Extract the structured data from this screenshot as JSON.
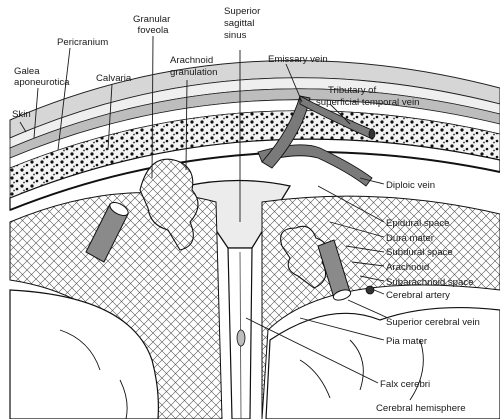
{
  "figure": {
    "labels": {
      "granular_foveola": [
        "Granular",
        "foveola"
      ],
      "superior_sagittal_sinus": [
        "Superior",
        "sagittal",
        "sinus"
      ],
      "pericranium": [
        "Pericranium"
      ],
      "galea_aponeurotica": [
        "Galea",
        "aponeurotica"
      ],
      "calvaria": [
        "Calvaria"
      ],
      "arachnoid_granulation": [
        "Arachnoid",
        "granulation"
      ],
      "emissary_vein": [
        "Emissary vein"
      ],
      "skin": [
        "Skin"
      ],
      "tributary_superficial_temporal_vein": [
        "Tributary of",
        "superficial temporal vein"
      ],
      "diploic_vein": [
        "Diploic vein"
      ],
      "epidural_space": [
        "Epidural space"
      ],
      "dura_mater": [
        "Dura mater"
      ],
      "subdural_space": [
        "Subdural space"
      ],
      "arachnoid": [
        "Arachnoid"
      ],
      "subarachnoid_space": [
        "Subarachnoid space"
      ],
      "cerebral_artery": [
        "Cerebral artery"
      ],
      "superior_cerebral_vein": [
        "Superior cerebral vein"
      ],
      "pia_mater": [
        "Pia mater"
      ],
      "falx_cerebri": [
        "Falx cerebri"
      ],
      "cerebral_hemisphere": [
        "Cerebral hemisphere"
      ]
    }
  }
}
